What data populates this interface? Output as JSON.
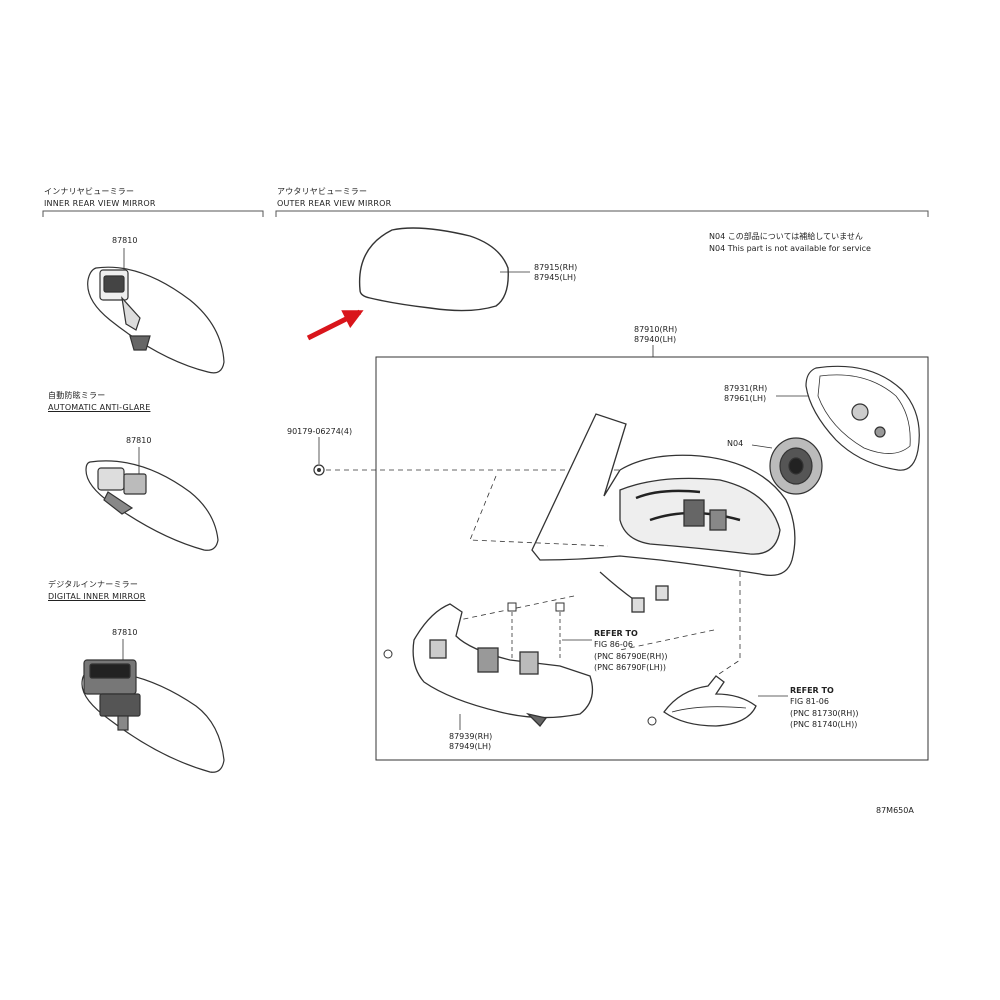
{
  "sections": {
    "inner_jp": "インナリヤビューミラー",
    "inner_en": "INNER REAR VIEW MIRROR",
    "auto_jp": "自動防眩ミラー",
    "auto_en": "AUTOMATIC ANTI-GLARE",
    "digital_jp": "デジタルインナーミラー",
    "digital_en": "DIGITAL INNER MIRROR",
    "outer_jp": "アウタリヤビューミラー",
    "outer_en": "OUTER REAR VIEW MIRROR"
  },
  "parts": {
    "inner_mirror": "87810",
    "auto_mirror": "87810",
    "digital_mirror": "87810",
    "cover_rh": "87915(RH)",
    "cover_lh": "87945(LH)",
    "assy_rh": "87910(RH)",
    "assy_lh": "87940(LH)",
    "glass_rh": "87931(RH)",
    "glass_lh": "87961(LH)",
    "n04": "N04",
    "screw": "90179-06274(4)",
    "base_rh": "87939(RH)",
    "base_lh": "87949(LH)"
  },
  "notes": {
    "n04_jp": "N04 この部品については補給していません",
    "n04_en": "N04 This part is not available for service"
  },
  "refs": {
    "ref1_title": "REFER TO",
    "ref1_fig": "FIG 86-06",
    "ref1_pnc1": "(PNC 86790E(RH))",
    "ref1_pnc2": "(PNC 86790F(LH))",
    "ref2_title": "REFER TO",
    "ref2_fig": "FIG 81-06",
    "ref2_pnc1": "(PNC 81730(RH))",
    "ref2_pnc2": "(PNC 81740(LH))"
  },
  "figure_code": "87M650A",
  "colors": {
    "line": "#333333",
    "arrow": "#d9151b"
  }
}
